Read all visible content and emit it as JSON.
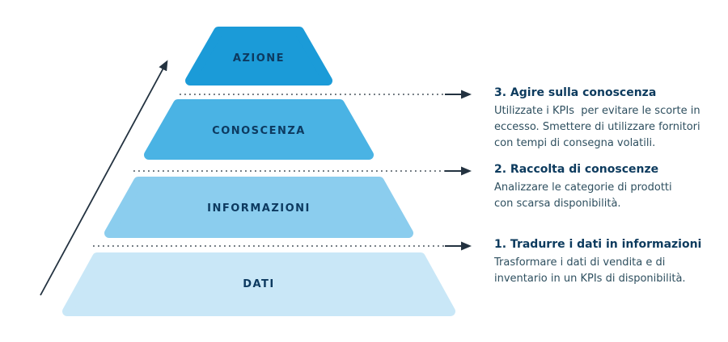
{
  "diagram": {
    "title_implicit": "Piramide dati-informazioni-conoscenza-azione",
    "label_color": "#0d3a60",
    "arrow_color": "#233240",
    "dotted_color": "#37434e",
    "levels": [
      {
        "label": "AZIONE",
        "color": "#1b9bd8"
      },
      {
        "label": "CONOSCENZA",
        "color": "#4ab3e4"
      },
      {
        "label": "INFORMAZIONI",
        "color": "#8bcdee"
      },
      {
        "label": "DATI",
        "color": "#c9e7f7"
      }
    ]
  },
  "annotations": [
    {
      "title": "3. Agire sulla conoscenza",
      "body": "Utilizzate i KPIs  per evitare le scorte in\neccesso. Smettere di utilizzare fornitori\ncon tempi di consegna volatili."
    },
    {
      "title": "2. Raccolta di conoscenze",
      "body": "Analizzare le categorie di prodotti\ncon scarsa disponibilità."
    },
    {
      "title": "1. Tradurre i dati in informazioni",
      "body": "Trasformare i dati di vendita e di\ninventario in un KPIs di disponibilità."
    }
  ]
}
